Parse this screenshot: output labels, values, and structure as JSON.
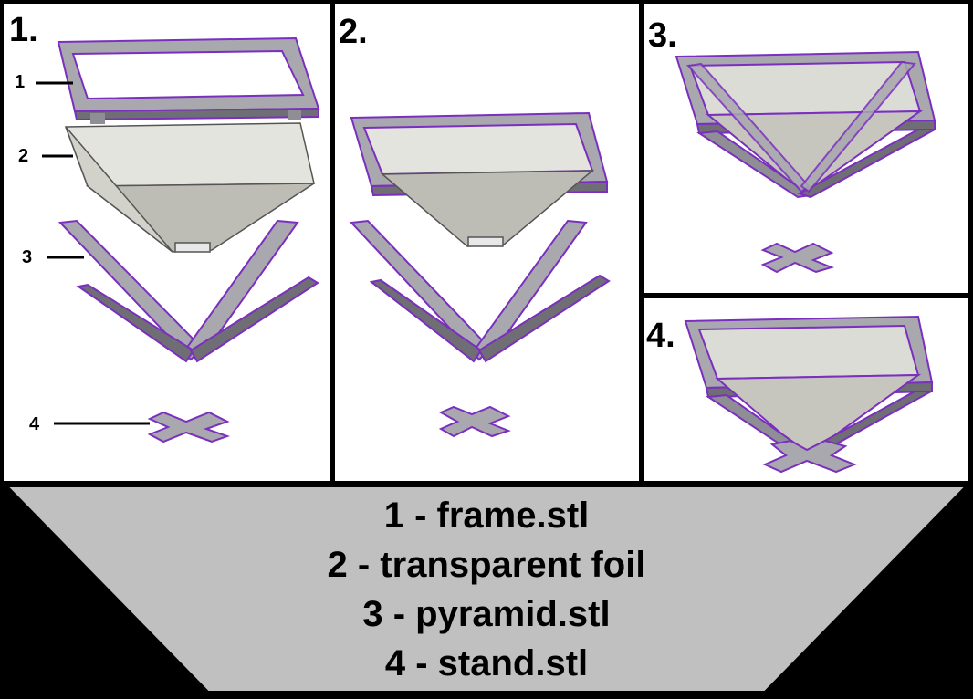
{
  "panels": [
    {
      "step": "1."
    },
    {
      "step": "2."
    },
    {
      "step": "3."
    },
    {
      "step": "4."
    }
  ],
  "callouts": [
    "1",
    "2",
    "3",
    "4"
  ],
  "legend": [
    "1 - frame.stl",
    "2 - transparent foil",
    "3 - pyramid.stl",
    "4 - stand.stl"
  ],
  "colors": {
    "background": "#000000",
    "panel": "#ffffff",
    "legend_fill": "#c0c0c0",
    "part_gray": "#a8a8ae",
    "part_dark": "#6e6e74",
    "foil": "#d6d6cf",
    "outline": "#8a2be2"
  }
}
